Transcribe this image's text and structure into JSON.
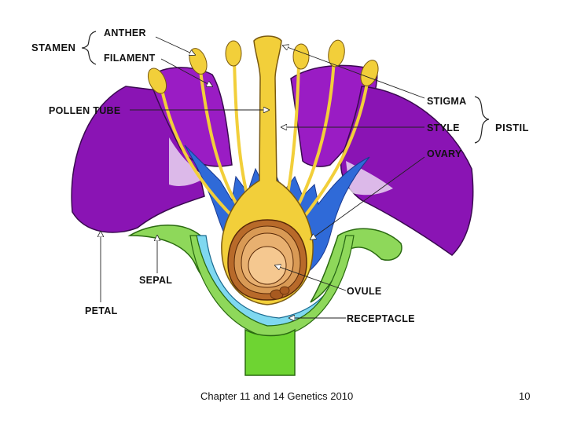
{
  "labels": {
    "stamen": "STAMEN",
    "anther": "ANTHER",
    "filament": "FILAMENT",
    "pollen_tube": "POLLEN TUBE",
    "stigma": "STIGMA",
    "style": "STYLE",
    "pistil": "PISTIL",
    "ovary": "OVARY",
    "ovule": "OVULE",
    "receptacle": "RECEPTACLE",
    "sepal": "SEPAL",
    "petal": "PETAL"
  },
  "footer": {
    "caption": "Chapter 11 and 14 Genetics 2010",
    "page_number": "10"
  },
  "colors": {
    "petal": "#8a14b4",
    "inner_blue": "#2f6ad8",
    "pistil_yellow": "#f2cf3a",
    "sepal_green": "#8ed85a",
    "receptacle_cyan": "#7fd8f0",
    "stem_green": "#6ed432",
    "ovary_brown": "#b86a2a"
  }
}
